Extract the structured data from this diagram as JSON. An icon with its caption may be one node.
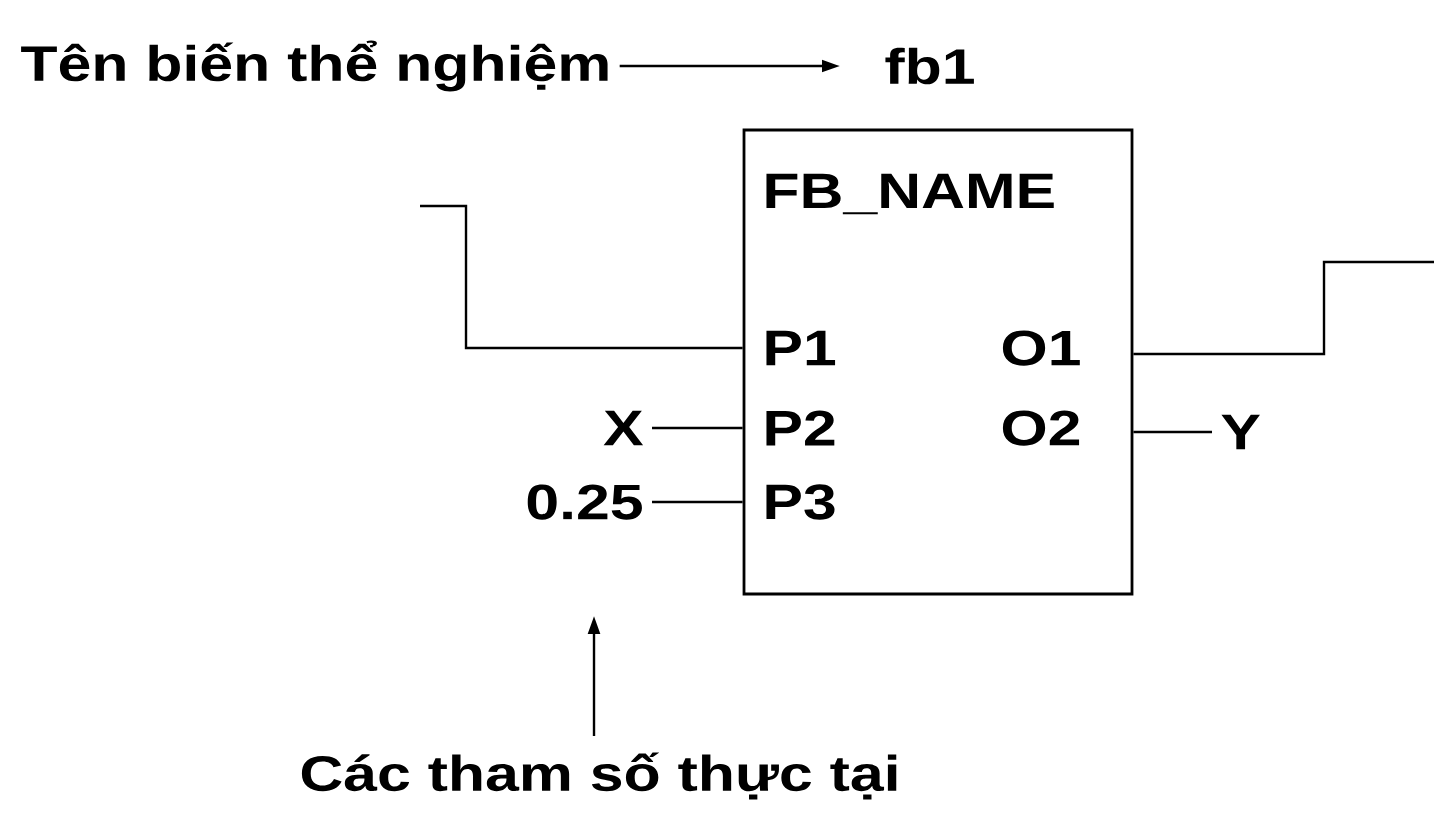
{
  "diagram": {
    "nodes": [
      {
        "text": [
          "Tên biến thể nghiệm"
        ]
      },
      {
        "text": [
          "fb1"
        ]
      },
      {
        "text": [
          "FB_NAME",
          "P1",
          "P2",
          "P3",
          "O1",
          "O2"
        ]
      },
      {
        "text": [
          "X"
        ]
      },
      {
        "text": [
          "0.25"
        ]
      },
      {
        "text": [
          "Y"
        ]
      },
      {
        "text": [
          "Các tham số thực tại"
        ]
      }
    ],
    "edges": [
      {
        "from": 0,
        "to": 1,
        "arrow": "to"
      },
      {
        "from": null,
        "to": 2,
        "arrow": "none"
      },
      {
        "from": 3,
        "to": 2,
        "arrow": "none"
      },
      {
        "from": 4,
        "to": 2,
        "arrow": "none"
      },
      {
        "from": 2,
        "to": null,
        "arrow": "none"
      },
      {
        "from": 2,
        "to": 5,
        "arrow": "none"
      },
      {
        "from": 6,
        "to": null,
        "arrow": "to"
      }
    ]
  }
}
